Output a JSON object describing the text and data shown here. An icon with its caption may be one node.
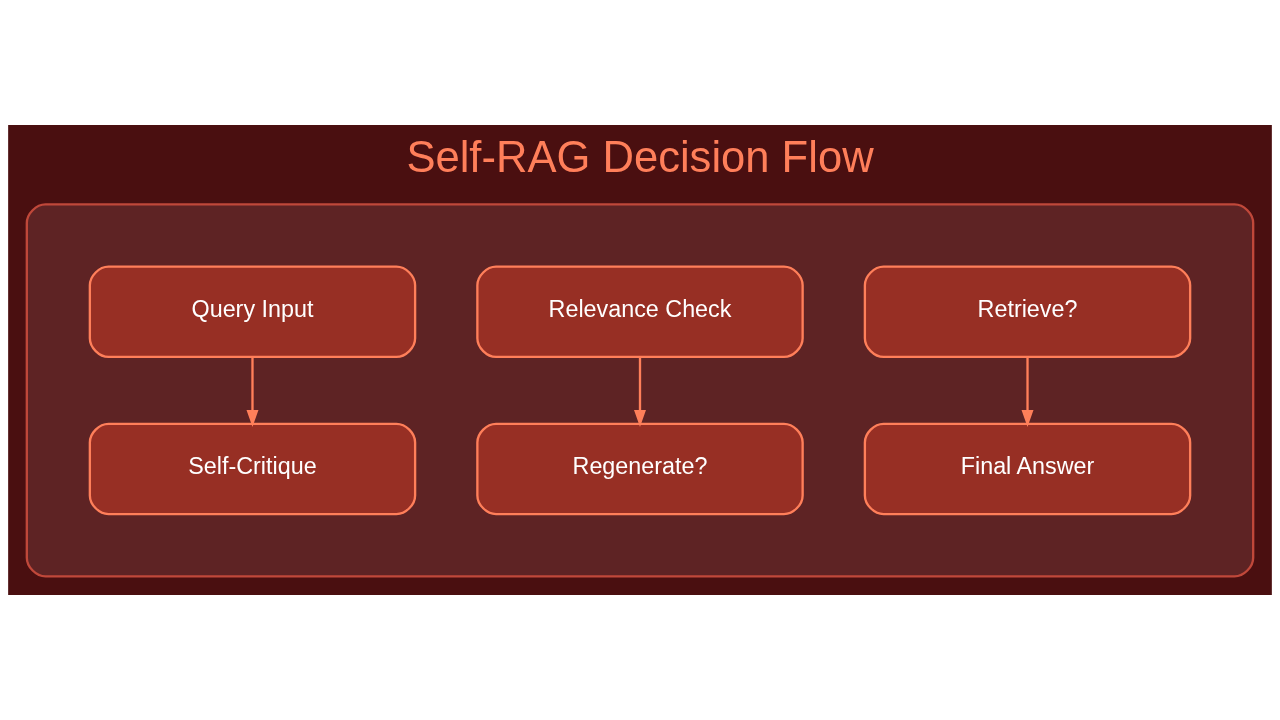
{
  "diagram": {
    "title": "Self-RAG Decision Flow",
    "nodes": [
      {
        "text": [],
        "shape": "box"
      },
      {
        "text": [
          "Query Input"
        ],
        "in": 0
      },
      {
        "text": [
          "Relevance Check"
        ],
        "in": 0
      },
      {
        "text": [
          "Retrieve?"
        ],
        "in": 0
      },
      {
        "text": [
          "Self-Critique"
        ],
        "in": 0
      },
      {
        "text": [
          "Regenerate?"
        ],
        "in": 0
      },
      {
        "text": [
          "Final Answer"
        ],
        "in": 0
      }
    ],
    "edges": [
      {
        "from": 1,
        "to": 4,
        "arrow": "to"
      },
      {
        "from": 2,
        "to": 5,
        "arrow": "to"
      },
      {
        "from": 3,
        "to": 6,
        "arrow": "to"
      }
    ]
  }
}
